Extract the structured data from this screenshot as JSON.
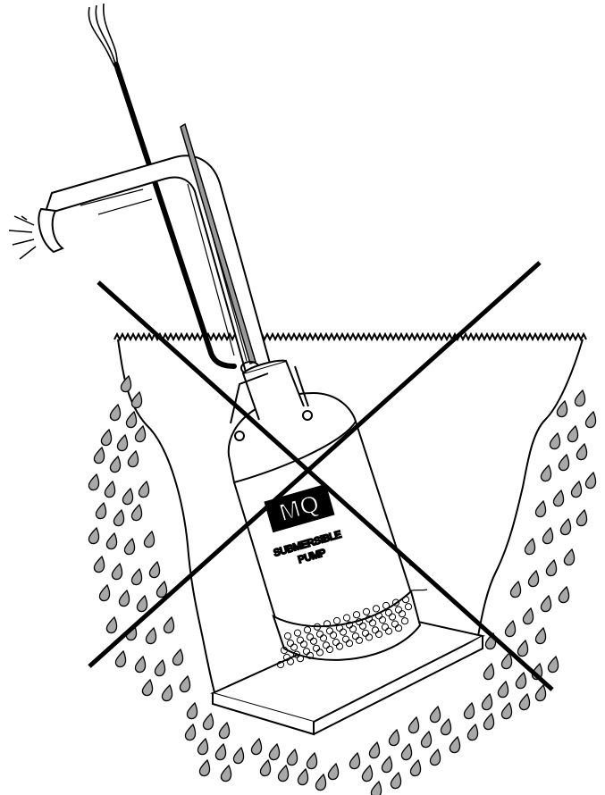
{
  "figure": {
    "logo_text": "MQ",
    "pump_label_line1": "SUBMERSIBLE",
    "pump_label_line2": "PUMP",
    "icons": [
      "prohibition-x-icon",
      "water-drop-icon",
      "pump-icon",
      "discharge-hose-icon",
      "power-cable-icon",
      "lifting-rope-icon"
    ],
    "colors": {
      "line": "#000000",
      "drop_fill": "#a8a8a8",
      "rope_fill": "#9a9a9a",
      "background": "#ffffff"
    }
  }
}
